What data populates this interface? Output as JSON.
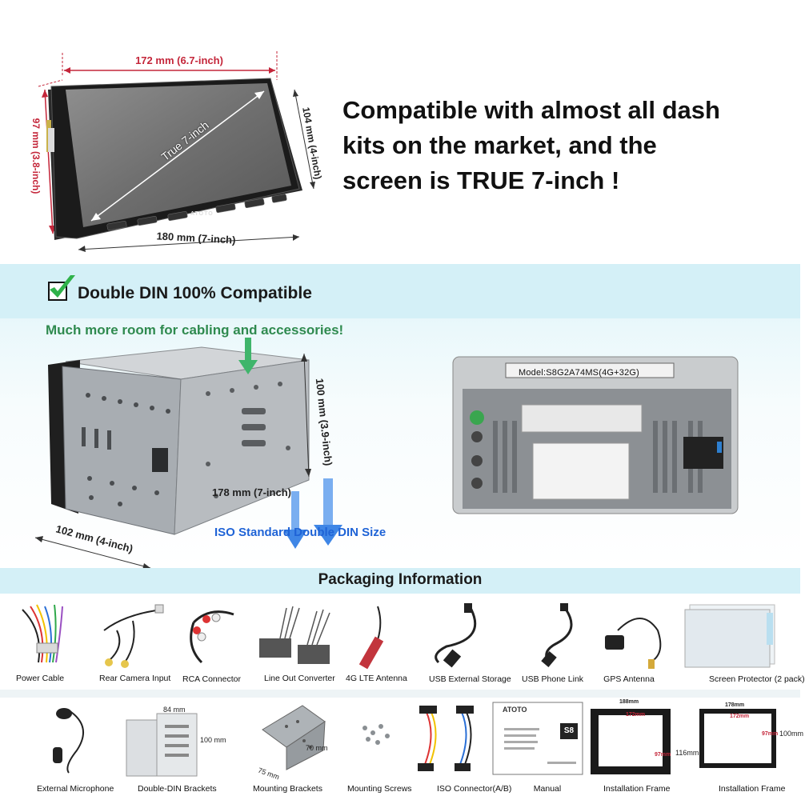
{
  "top": {
    "width_label": "172 mm (6.7-inch)",
    "outer_width_label": "180 mm (7-inch)",
    "height_label": "97 mm (3.8-inch)",
    "outer_height_label": "104 mm (4-inch)",
    "diagonal_label": "True 7-inch",
    "brand": "ATOTO",
    "headline_lines": [
      "Compatible with almost all dash",
      "kits on the market, and the",
      "screen is TRUE 7-inch !"
    ]
  },
  "din": {
    "title": "Double DIN 100% Compatible",
    "subtitle": "Much more room for cabling and accessories!",
    "height_label": "100 mm (3.9-inch)",
    "width_label": "178 mm (7-inch)",
    "depth_label": "102 mm (4-inch)",
    "standard_label": "ISO Standard Double DIN Size",
    "model_label": "Model:S8G2A74MS(4G+32G)"
  },
  "packaging": {
    "title": "Packaging Information",
    "row1": [
      "Power Cable",
      "Rear Camera Input",
      "RCA Connector",
      "Line Out Converter",
      "4G LTE Antenna",
      "USB External Storage",
      "USB Phone Link",
      "GPS Antenna",
      "Screen Protector (2 pack)"
    ],
    "row2": [
      "External Microphone",
      "Double-DIN Brackets",
      "Mounting Brackets",
      "Mounting Screws",
      "ISO Connector(A/B)",
      "Manual",
      "Installation Frame",
      "Installation Frame"
    ],
    "bracket_dims": {
      "w": "84 mm",
      "h": "100 mm"
    },
    "mount_dims": {
      "a": "75 mm",
      "b": "70 mm"
    },
    "manual_brand": "ATOTO",
    "manual_badge": "S8",
    "frame1": {
      "outer_w": "188mm",
      "inner_w": "172mm",
      "inner_h": "97mm",
      "outer_h": "116mm"
    },
    "frame2": {
      "outer_w": "178mm",
      "inner_w": "172mm",
      "inner_h": "97mm",
      "outer_h": "100mm"
    }
  },
  "colors": {
    "band": "#d4f0f7",
    "red_dim": "#c4263a",
    "green": "#2f8a4f",
    "blue": "#1f63d6"
  }
}
